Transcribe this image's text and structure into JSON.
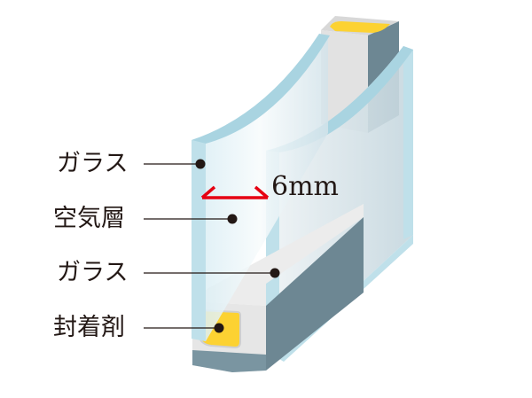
{
  "labels": {
    "glass_outer": "ガラス",
    "air_layer": "空気層",
    "glass_inner": "ガラス",
    "sealant": "封着剤"
  },
  "dimension": "6mm",
  "colors": {
    "glass": "#bfe0ea",
    "glass_edge": "#9fcfdd",
    "spacer_face": "#e6e6e6",
    "spacer_side": "#6d8793",
    "sealant": "#fcd232",
    "dimension_marker": "#e60012",
    "leader": "#231815"
  }
}
